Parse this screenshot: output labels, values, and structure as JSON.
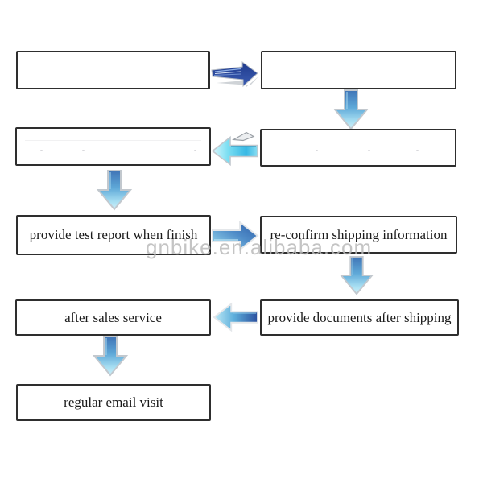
{
  "diagram": {
    "type": "flowchart",
    "watermark_text": "gnbike.en.alibaba.com",
    "nodes": [
      {
        "id": "step-1-row1-left",
        "label": ""
      },
      {
        "id": "step-2-row1-right",
        "label": ""
      },
      {
        "id": "step-3-row2-right",
        "label": ""
      },
      {
        "id": "step-4-row2-left",
        "label": ""
      },
      {
        "id": "step-5-row3-left",
        "label": "provide test report when finish"
      },
      {
        "id": "step-6-row3-right",
        "label": "re-confirm shipping information"
      },
      {
        "id": "step-7-row4-right",
        "label": "provide documents after shipping"
      },
      {
        "id": "step-8-row4-left",
        "label": "after sales service"
      },
      {
        "id": "step-9-row5-left",
        "label": "regular email visit"
      }
    ],
    "edges": [
      {
        "from": "step-1-row1-left",
        "to": "step-2-row1-right",
        "direction": "right"
      },
      {
        "from": "step-2-row1-right",
        "to": "step-3-row2-right",
        "direction": "down"
      },
      {
        "from": "step-3-row2-right",
        "to": "step-4-row2-left",
        "direction": "left"
      },
      {
        "from": "step-4-row2-left",
        "to": "step-5-row3-left",
        "direction": "down"
      },
      {
        "from": "step-5-row3-left",
        "to": "step-6-row3-right",
        "direction": "right"
      },
      {
        "from": "step-6-row3-right",
        "to": "step-7-row4-right",
        "direction": "down"
      },
      {
        "from": "step-7-row4-right",
        "to": "step-8-row4-left",
        "direction": "left"
      },
      {
        "from": "step-8-row4-left",
        "to": "step-9-row5-left",
        "direction": "down"
      }
    ],
    "colors": {
      "box_border": "#2e2e2e",
      "box_fill": "#ffffff",
      "text": "#1a1a1a",
      "watermark": "#bababa",
      "arrow_navy": "#24408f",
      "arrow_cyan": "#45c6ea",
      "arrow_steel_blue": "#3f7fc0",
      "arrow_outline": "#c6ccd2"
    }
  }
}
